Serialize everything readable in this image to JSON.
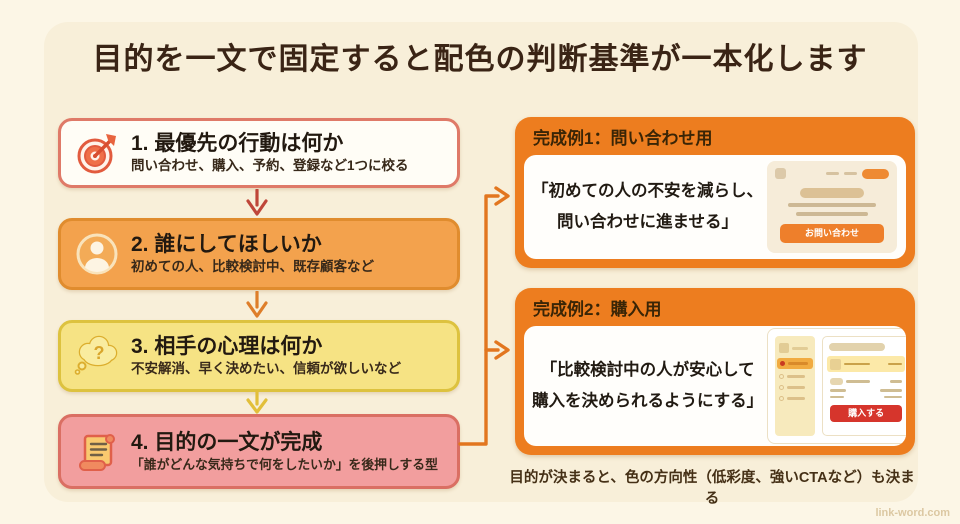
{
  "title": "目的を一文で固定すると配色の判断基準が一本化します",
  "steps": [
    {
      "heading": "1. 最優先の行動は何か",
      "subtitle": "問い合わせ、購入、予約、登録など1つに校る",
      "icon": "target"
    },
    {
      "heading": "2. 誰にしてほしいか",
      "subtitle": "初めての人、比較検討中、既存顧客など",
      "icon": "person"
    },
    {
      "heading": "3. 相手の心理は何か",
      "subtitle": "不安解消、早く決めたい、信頼が欲しいなど",
      "icon": "thought-bubble"
    },
    {
      "heading": "4. 目的の一文が完成",
      "subtitle": "「誰がどんな気持ちで何をしたいか」を後押しする型",
      "icon": "scroll"
    }
  ],
  "examples": [
    {
      "header": "完成例1：問い合わせ用",
      "quote_line1": "「初めての人の不安を減らし、",
      "quote_line2": "問い合わせに進ませる」",
      "mock_button": "お問い合わせ"
    },
    {
      "header": "完成例2：購入用",
      "quote_line1": "「比較検討中の人が安心して",
      "quote_line2": "購入を決められるようにする」",
      "mock_button": "購入する"
    }
  ],
  "footnote": "目的が決まると、色の方向性（低彩度、強いCTAなど）も決まる",
  "watermark": "link-word.com",
  "colors": {
    "background": "#f8efd9",
    "title_text": "#3a2415",
    "step1_bg": "#fffdf6",
    "step1_border": "#df7a68",
    "step2_bg": "#f3a24d",
    "step2_border": "#e08c2e",
    "step3_bg": "#f6e384",
    "step3_border": "#ddc23f",
    "step4_bg": "#f29e9e",
    "step4_border": "#da6f63",
    "arrow1": "#bf4639",
    "arrow2": "#de7e2a",
    "arrow3": "#e2bf3a",
    "connector": "#e2761f",
    "panel_orange": "#ed7d1f",
    "contact_cta": "#ee7f2b",
    "purchase_cta": "#d6352c"
  }
}
